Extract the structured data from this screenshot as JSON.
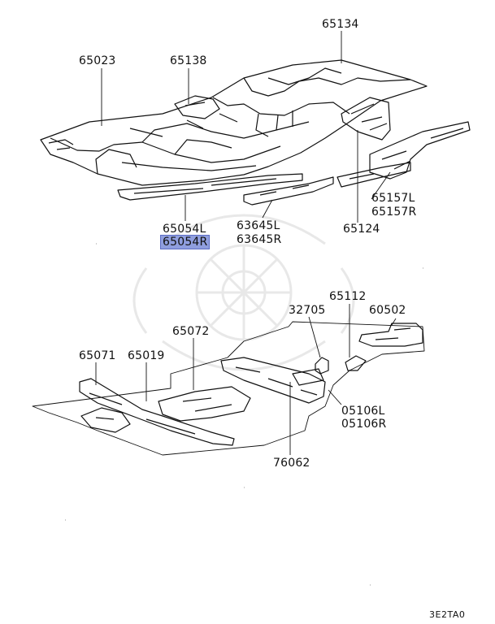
{
  "labels": {
    "p65134": "65134",
    "p65023": "65023",
    "p65138": "65138",
    "p65157L": "65157L",
    "p65157R": "65157R",
    "p65124": "65124",
    "p65054L": "65054L",
    "p65054R": "65054R",
    "p63645L": "63645L",
    "p63645R": "63645R",
    "p32705": "32705",
    "p65112": "65112",
    "p60502": "60502",
    "p65072": "65072",
    "p65071": "65071",
    "p65019": "65019",
    "p05106L": "05106L",
    "p05106R": "05106R",
    "p76062": "76062"
  },
  "highlight": {
    "part": "65054R",
    "color": "#8f9ede"
  },
  "diagram_code": "3E2TA0"
}
